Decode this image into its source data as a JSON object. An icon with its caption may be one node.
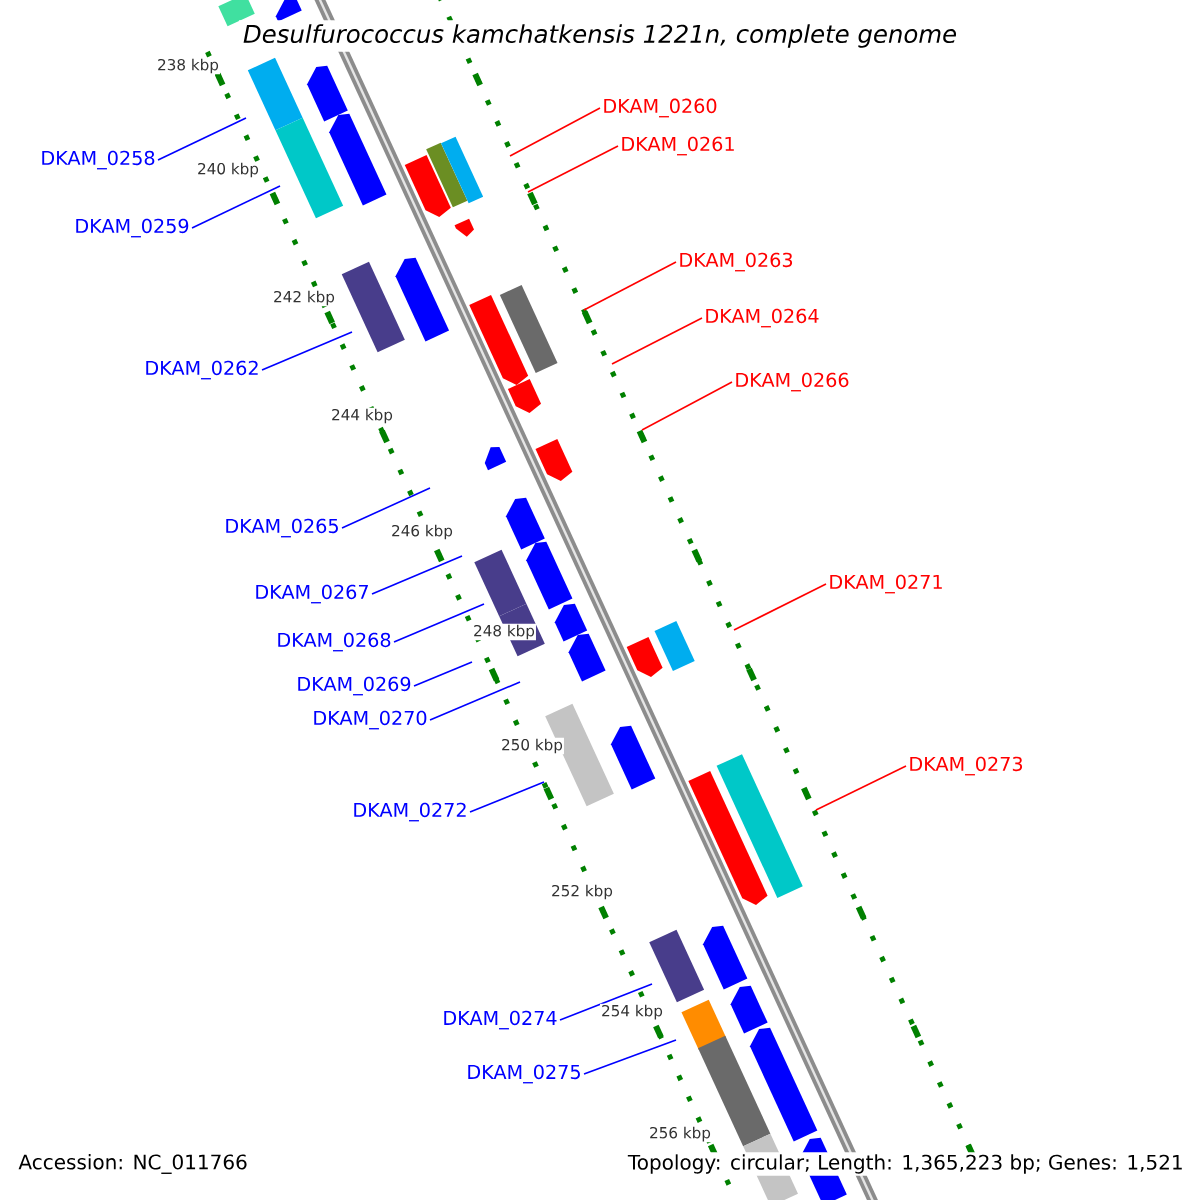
{
  "diagram": {
    "title": "Desulfurococcus kamchatkensis 1221n, complete genome",
    "nodes": [
      {
        "text": [
          "DKAM_0258"
        ]
      },
      {
        "text": [
          "DKAM_0259"
        ]
      },
      {
        "text": [
          "DKAM_0260"
        ]
      },
      {
        "text": [
          "DKAM_0261"
        ]
      },
      {
        "text": [
          "DKAM_0262"
        ]
      },
      {
        "text": [
          "DKAM_0263"
        ]
      },
      {
        "text": [
          "DKAM_0264"
        ]
      },
      {
        "text": [
          "DKAM_0265"
        ]
      },
      {
        "text": [
          "DKAM_0266"
        ]
      },
      {
        "text": [
          "DKAM_0267"
        ]
      },
      {
        "text": [
          "DKAM_0268"
        ]
      },
      {
        "text": [
          "DKAM_0269"
        ]
      },
      {
        "text": [
          "DKAM_0270"
        ]
      },
      {
        "text": [
          "DKAM_0271"
        ]
      },
      {
        "text": [
          "DKAM_0272"
        ]
      },
      {
        "text": [
          "DKAM_0273"
        ]
      },
      {
        "text": [
          "DKAM_0274"
        ]
      },
      {
        "text": [
          "DKAM_0275"
        ]
      }
    ],
    "edges": [
      {
        "from": 0,
        "to": null,
        "arrow": "none"
      },
      {
        "from": 1,
        "to": null,
        "arrow": "none"
      },
      {
        "from": 2,
        "to": null,
        "arrow": "none",
        "color": "#ff0000"
      },
      {
        "from": 3,
        "to": null,
        "arrow": "none",
        "color": "#ff0000"
      },
      {
        "from": 4,
        "to": null,
        "arrow": "none"
      },
      {
        "from": 5,
        "to": null,
        "arrow": "none",
        "color": "#ff0000"
      },
      {
        "from": 6,
        "to": null,
        "arrow": "none",
        "color": "#ff0000"
      },
      {
        "from": 7,
        "to": null,
        "arrow": "none"
      },
      {
        "from": 8,
        "to": null,
        "arrow": "none",
        "color": "#ff0000"
      },
      {
        "from": 9,
        "to": null,
        "arrow": "none"
      },
      {
        "from": 10,
        "to": null,
        "arrow": "none"
      },
      {
        "from": 11,
        "to": null,
        "arrow": "none"
      },
      {
        "from": 12,
        "to": null,
        "arrow": "none"
      },
      {
        "from": 13,
        "to": null,
        "arrow": "none",
        "color": "#ff0000"
      },
      {
        "from": 14,
        "to": null,
        "arrow": "none"
      },
      {
        "from": 15,
        "to": null,
        "arrow": "none",
        "color": "#ff0000"
      },
      {
        "from": 16,
        "to": null,
        "arrow": "none"
      },
      {
        "from": 17,
        "to": null,
        "arrow": "none"
      }
    ],
    "labels": [
      "238 kbp",
      "240 kbp",
      "242 kbp",
      "244 kbp",
      "246 kbp",
      "248 kbp",
      "250 kbp",
      "252 kbp",
      "254 kbp",
      "256 kbp",
      "Accession: NC_011766",
      "Topology: circular; Length: 1,365,223 bp; Genes: 1,521"
    ]
  }
}
